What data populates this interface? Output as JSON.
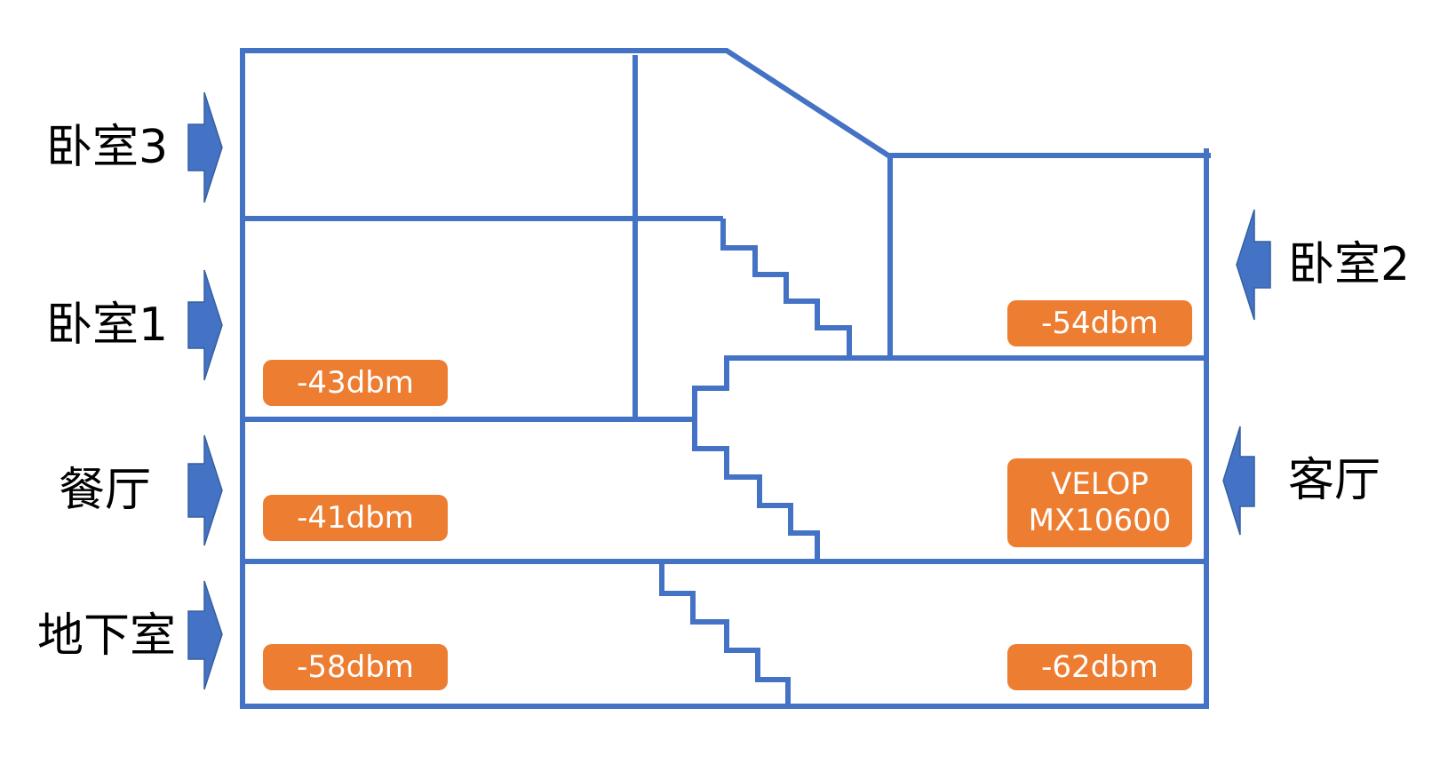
{
  "rooms": {
    "bedroom3": "卧室3",
    "bedroom1": "卧室1",
    "dining": "餐厅",
    "basement": "地下室",
    "bedroom2": "卧室2",
    "living": "客厅"
  },
  "signals": {
    "bedroom1": "-43dbm",
    "dining": "-41dbm",
    "basement_left": "-58dbm",
    "bedroom2": "-54dbm",
    "basement_right": "-62dbm"
  },
  "router": {
    "line1": "VELOP",
    "line2": "MX10600"
  },
  "colors": {
    "wall": "#4472C4",
    "badge": "#ED7D31"
  }
}
